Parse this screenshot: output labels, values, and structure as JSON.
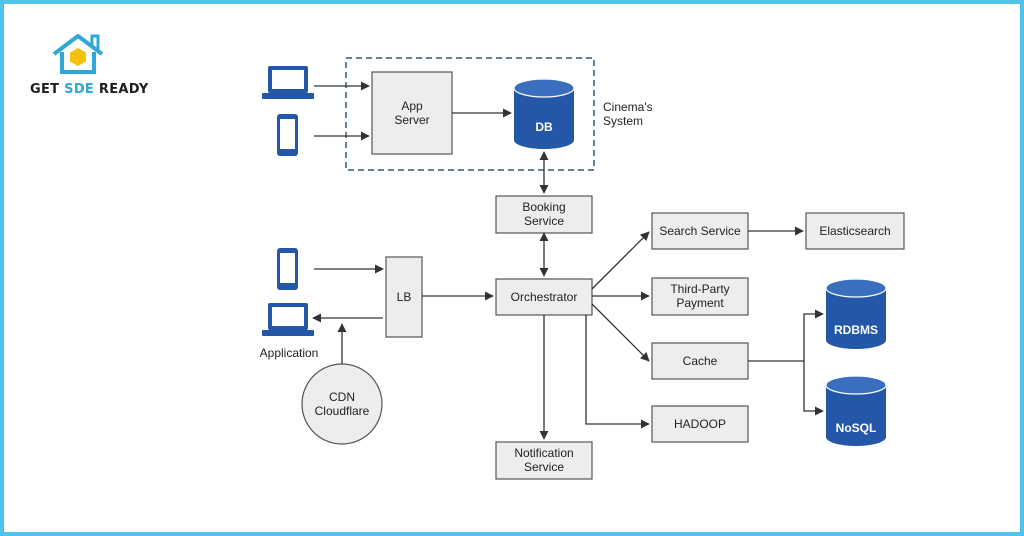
{
  "brand": {
    "name_part1": "GET ",
    "name_part2": "SDE",
    "name_part3": " READY",
    "accent_color": "#2fa7d8",
    "border_color": "#4fc3ea"
  },
  "diagram": {
    "cinema_system": {
      "label_line1": "Cinema's",
      "label_line2": "System",
      "app_server_line1": "App",
      "app_server_line2": "Server",
      "db": "DB"
    },
    "booking_service_line1": "Booking",
    "booking_service_line2": "Service",
    "lb": "LB",
    "orchestrator": "Orchestrator",
    "search_service": "Search Service",
    "elasticsearch": "Elasticsearch",
    "third_party_line1": "Third-Party",
    "third_party_line2": "Payment",
    "cache": "Cache",
    "hadoop": "HADOOP",
    "rdbms": "RDBMS",
    "nosql": "NoSQL",
    "notification_line1": "Notification",
    "notification_line2": "Service",
    "cdn_line1": "CDN",
    "cdn_line2": "Cloudflare",
    "application": "Application",
    "db_color": "#2457a8"
  }
}
